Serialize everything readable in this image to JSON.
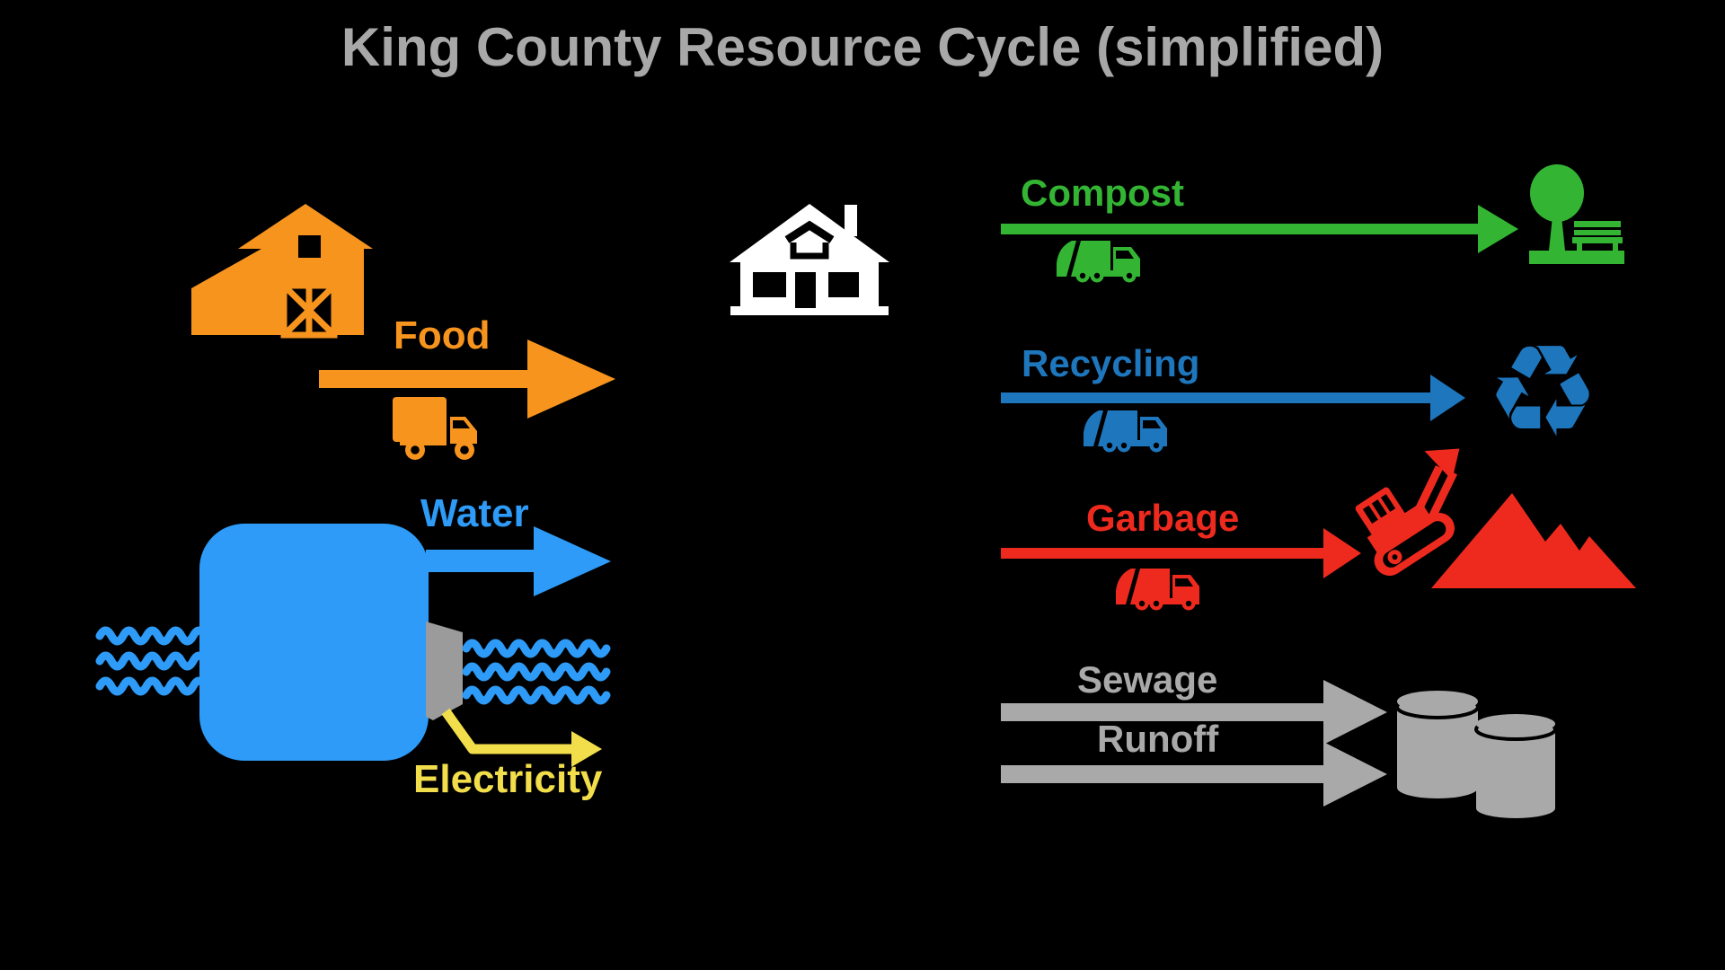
{
  "title": "King County Resource Cycle (simplified)",
  "colors": {
    "title_gray": "#A8A8A8",
    "orange": "#F7941E",
    "water_blue": "#2D9BF7",
    "turbine_gray": "#9B9B9B",
    "yellow": "#F2DE4B",
    "green": "#33B533",
    "recycle_blue": "#1E76BD",
    "red": "#EE2A1E",
    "gray": "#A9A9A9",
    "white": "#FFFFFF"
  },
  "inputs": {
    "food": {
      "label": "Food",
      "source_icon": "barn-icon",
      "vehicle_icon": "box-truck-icon",
      "color": "#F7941E"
    },
    "water": {
      "label": "Water",
      "source_icon": "reservoir-icon",
      "color": "#2D9BF7"
    },
    "electricity": {
      "label": "Electricity",
      "source_icon": "turbine-icon",
      "color": "#F2DE4B"
    }
  },
  "center": {
    "icon": "house-icon"
  },
  "outputs": {
    "compost": {
      "label": "Compost",
      "vehicle_icon": "garbage-truck-icon",
      "destination_icon": "park-icon",
      "color": "#33B533"
    },
    "recycling": {
      "label": "Recycling",
      "vehicle_icon": "garbage-truck-icon",
      "destination_icon": "recycling-symbol-icon",
      "symbol": "♻",
      "color": "#1E76BD"
    },
    "garbage": {
      "label": "Garbage",
      "vehicle_icon": "garbage-truck-icon",
      "destination_icon": "landfill-icon",
      "color": "#EE2A1E"
    },
    "sewage": {
      "label": "Sewage",
      "destination_icon": "treatment-tanks-icon",
      "color": "#A9A9A9"
    },
    "runoff": {
      "label": "Runoff",
      "destination_icon": "treatment-tanks-icon",
      "color": "#A9A9A9"
    }
  }
}
